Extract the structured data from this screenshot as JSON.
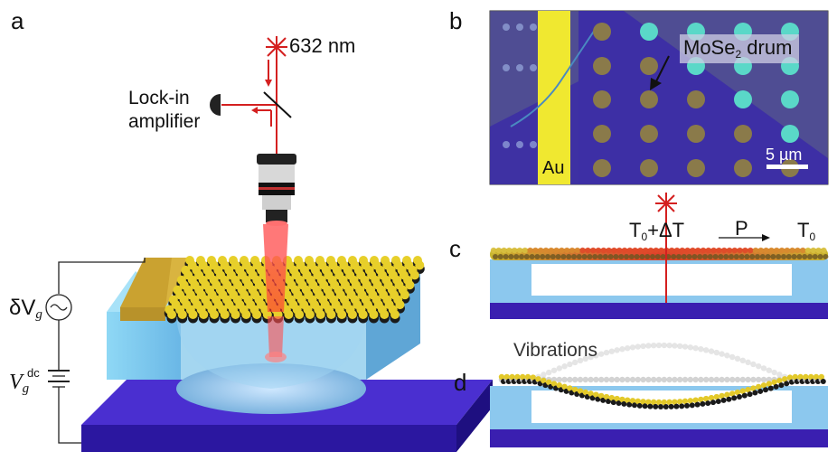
{
  "panels": {
    "a": "a",
    "b": "b",
    "c": "c",
    "d": "d"
  },
  "laser": {
    "wavelength": "632 nm"
  },
  "lockin": {
    "line1": "Lock-in",
    "line2": "amplifier"
  },
  "gate": {
    "ac_symbol": "δV",
    "ac_sub": "g",
    "dc_symbol": "V",
    "dc_sub": "g",
    "dc_sup": "dc"
  },
  "micrograph": {
    "drum_main": "MoSe",
    "drum_sub": "2",
    "drum_rest": " drum",
    "electrode": "Au",
    "scalebar": "5 µm"
  },
  "panel_c": {
    "hot_t": "T",
    "hot_sub": "0",
    "hot_rest": "+ΔT",
    "power": "P",
    "cold_t": "T",
    "cold_sub": "0"
  },
  "panel_d": {
    "vibrations": "Vibrations"
  },
  "colors": {
    "laser": "#d42020",
    "gold": "#c9a32a",
    "substrate": "#3a1fb0",
    "oxide": "#8fd0f0"
  }
}
